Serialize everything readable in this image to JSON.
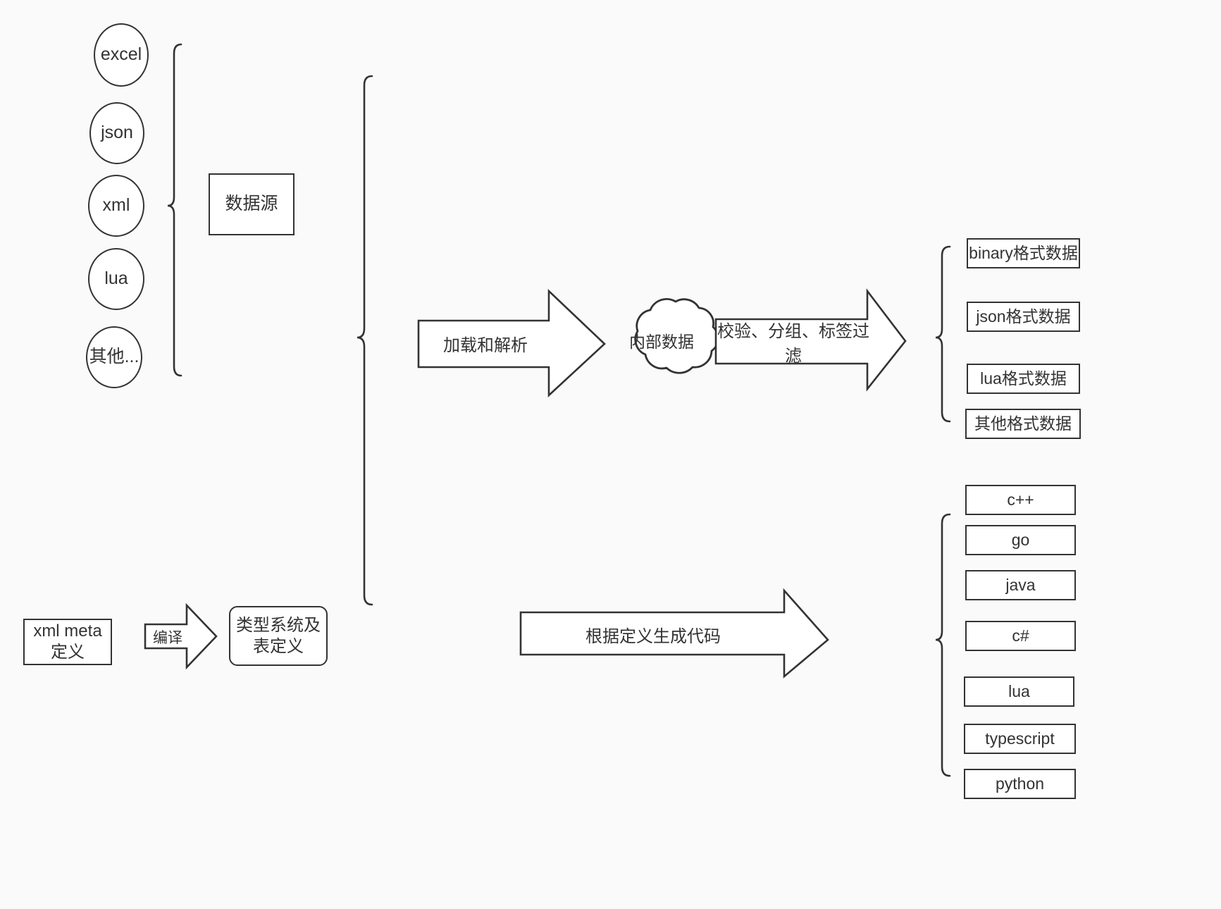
{
  "diagram": {
    "title_hidden": "",
    "background_color": "#fafafa",
    "stroke_color": "#333333",
    "fill_color": "#ffffff",
    "sources": {
      "group_label": "数据源",
      "items": [
        {
          "label": "excel"
        },
        {
          "label": "json"
        },
        {
          "label": "xml"
        },
        {
          "label": "lua"
        },
        {
          "label": "其他..."
        }
      ]
    },
    "pipeline": {
      "load_arrow_label": "加载和解析",
      "internal_data_label": "内部数据",
      "filter_arrow_label": "校验、分组、标签过滤"
    },
    "outputs": {
      "formats": [
        {
          "label": "binary格式数据"
        },
        {
          "label": "json格式数据"
        },
        {
          "label": "lua格式数据"
        },
        {
          "label": "其他格式数据"
        }
      ],
      "languages": [
        {
          "label": "c++"
        },
        {
          "label": "go"
        },
        {
          "label": "java"
        },
        {
          "label": "c#"
        },
        {
          "label": "lua"
        },
        {
          "label": "typescript"
        },
        {
          "label": "python"
        }
      ]
    },
    "meta": {
      "meta_def_label": "xml meta定义",
      "compile_arrow_label": "编译",
      "type_system_label": "类型系统及表定义",
      "codegen_arrow_label": "根据定义生成代码"
    }
  }
}
